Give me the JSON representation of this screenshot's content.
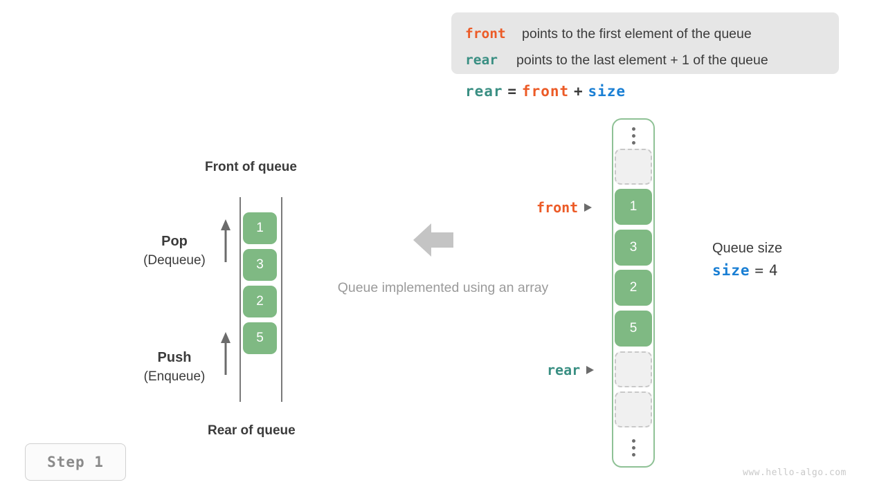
{
  "legend": {
    "lines": [
      {
        "keyword": "front",
        "keyword_color": "#ec5b27",
        "text": "points to the first element of the queue"
      },
      {
        "keyword": "rear",
        "keyword_color": "#3a8f83",
        "text": "points to the last element + 1 of the queue"
      }
    ]
  },
  "formula": {
    "lhs": "rear",
    "eq": "=",
    "rhs1": "front",
    "plus": "+",
    "rhs2": "size"
  },
  "queue_diagram": {
    "front_label": "Front of queue",
    "rear_label": "Rear of queue",
    "pop": {
      "title": "Pop",
      "subtitle": "(Dequeue)"
    },
    "push": {
      "title": "Push",
      "subtitle": "(Enqueue)"
    },
    "cells": [
      "1",
      "3",
      "2",
      "5"
    ]
  },
  "center": {
    "caption": "Queue implemented using an array",
    "arrow_direction": "left"
  },
  "array": {
    "top_dots": "vertical-dots",
    "bottom_dots": "vertical-dots",
    "slots": [
      {
        "value": "",
        "state": "empty"
      },
      {
        "value": "1",
        "state": "filled"
      },
      {
        "value": "3",
        "state": "filled"
      },
      {
        "value": "2",
        "state": "filled"
      },
      {
        "value": "5",
        "state": "filled"
      },
      {
        "value": "",
        "state": "empty"
      },
      {
        "value": "",
        "state": "empty"
      }
    ],
    "pointers": {
      "front": {
        "label": "front",
        "color": "#ec5b27",
        "target_value": "1"
      },
      "rear": {
        "label": "rear",
        "color": "#3a8f83",
        "target_value": ""
      }
    }
  },
  "size_info": {
    "title": "Queue size",
    "var": "size",
    "eq": "=",
    "value": "4"
  },
  "step_badge": {
    "label": "Step 1"
  },
  "watermark": {
    "text": "www.hello-algo.com"
  },
  "colors": {
    "front": "#ec5b27",
    "rear": "#3a8f83",
    "size": "#1a7fd4",
    "element_green": "#7fb983",
    "container_border": "#8ec195",
    "legend_bg": "#e6e6e6",
    "muted_text": "#9a9a9a"
  }
}
